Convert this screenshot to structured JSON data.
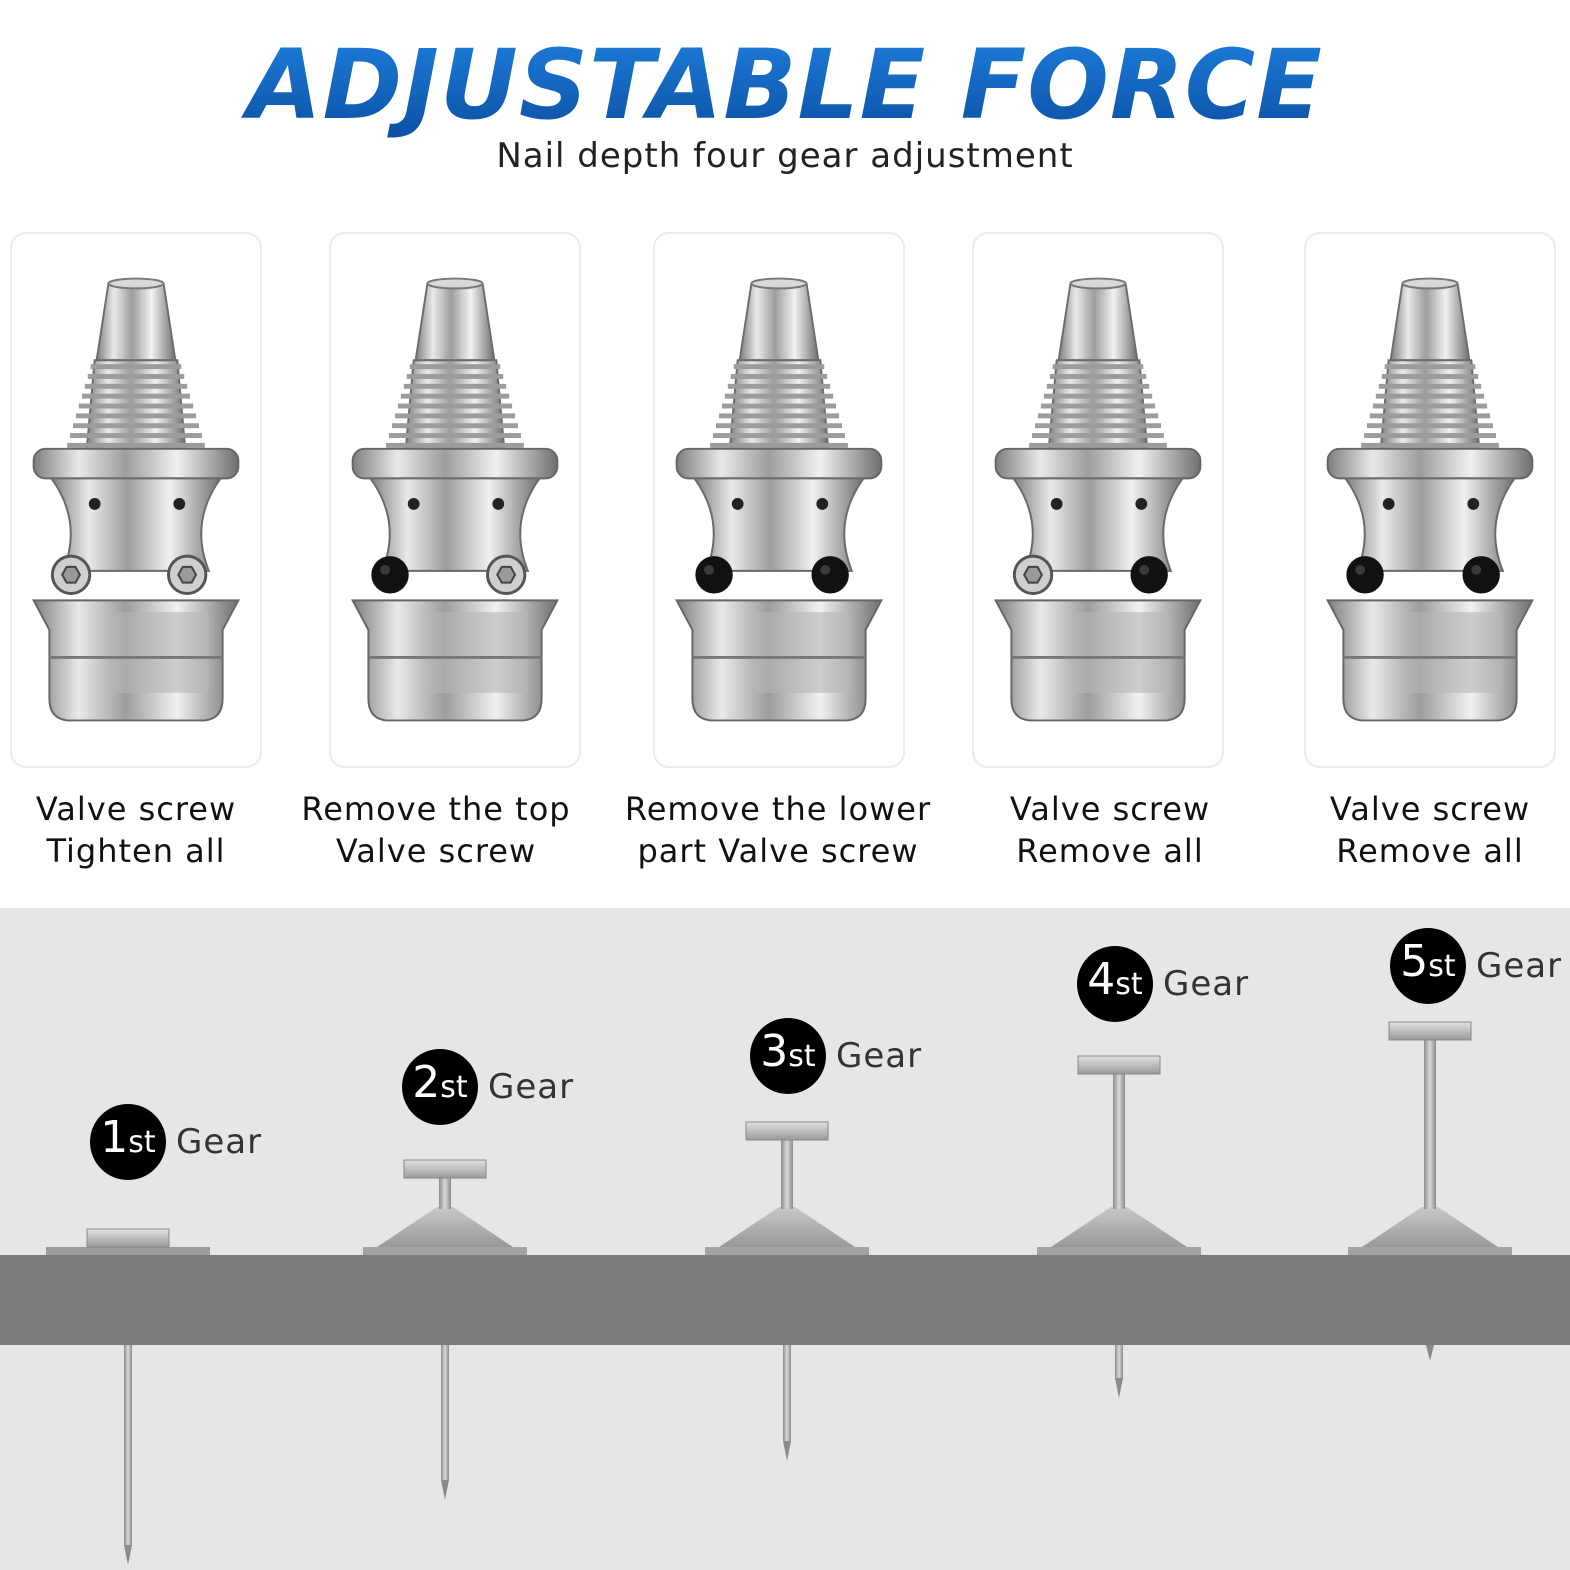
{
  "header": {
    "title": "ADJUSTABLE FORCE",
    "subtitle": "Nail depth four gear adjustment"
  },
  "colors": {
    "title_blue": "#0b4fa3",
    "board_gray": "#7b7b7b",
    "background_gray": "#e6e6e6",
    "badge_black": "#000000"
  },
  "valves": [
    {
      "line1": "Valve screw",
      "line2": "Tighten all"
    },
    {
      "line1": "Remove the top",
      "line2": "Valve screw"
    },
    {
      "line1": "Remove the lower",
      "line2": "part Valve screw"
    },
    {
      "line1": "Valve screw",
      "line2": "Remove all"
    },
    {
      "line1": "Valve screw",
      "line2": "Remove all"
    }
  ],
  "gears": [
    {
      "num": "1",
      "suffix": "st",
      "word": "Gear"
    },
    {
      "num": "2",
      "suffix": "st",
      "word": "Gear"
    },
    {
      "num": "3",
      "suffix": "st",
      "word": "Gear"
    },
    {
      "num": "4",
      "suffix": "st",
      "word": "Gear"
    },
    {
      "num": "5",
      "suffix": "st",
      "word": "Gear"
    }
  ]
}
